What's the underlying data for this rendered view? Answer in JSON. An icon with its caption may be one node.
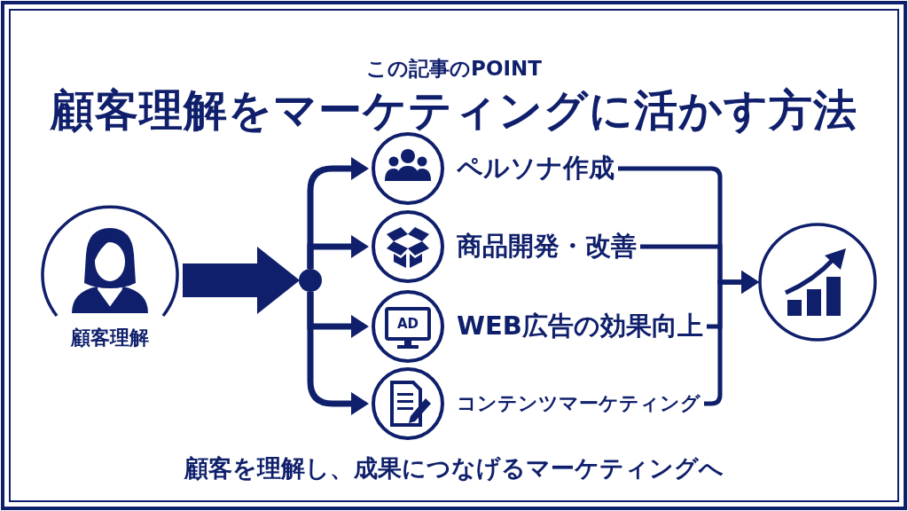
{
  "diagram": {
    "title": "顧客理解をマーケティングに活かす方法",
    "nodes": [
      {
        "text": [
          "顧客理解"
        ]
      },
      {
        "text": [],
        "shape": "circle"
      },
      {
        "text": [
          "ペルソナ作成"
        ]
      },
      {
        "text": [
          "商品開発・改善"
        ]
      },
      {
        "text": [
          "WEB広告の効果向上"
        ]
      },
      {
        "text": [
          "コンテンツマーケティング"
        ]
      },
      {
        "text": [],
        "shape": "circle"
      }
    ],
    "edges": [
      {
        "from": 0,
        "to": 1,
        "arrow": "to",
        "style": "thick"
      },
      {
        "from": 1,
        "to": 2,
        "arrow": "to"
      },
      {
        "from": 1,
        "to": 3,
        "arrow": "to"
      },
      {
        "from": 1,
        "to": 4,
        "arrow": "to"
      },
      {
        "from": 1,
        "to": 5,
        "arrow": "to"
      },
      {
        "from": 2,
        "to": 6,
        "arrow": "to"
      },
      {
        "from": 3,
        "to": 6,
        "arrow": "to"
      },
      {
        "from": 4,
        "to": 6,
        "arrow": "to"
      },
      {
        "from": 5,
        "to": 6,
        "arrow": "to"
      }
    ],
    "labels": [
      "この記事のPOINT",
      "AD",
      "顧客を理解し、成果につなげるマーケティングへ"
    ]
  }
}
